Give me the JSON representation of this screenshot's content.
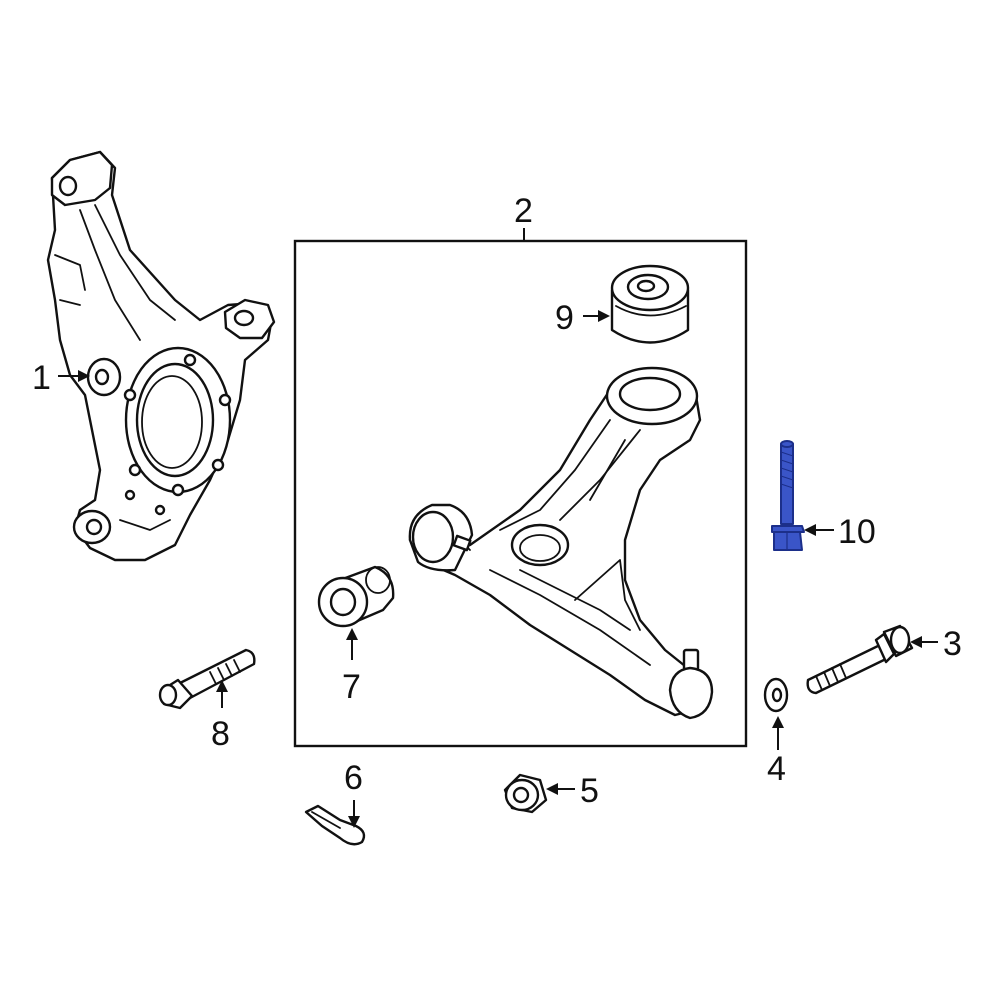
{
  "callouts": [
    {
      "id": "1",
      "label": "1"
    },
    {
      "id": "2",
      "label": "2"
    },
    {
      "id": "3",
      "label": "3"
    },
    {
      "id": "4",
      "label": "4"
    },
    {
      "id": "5",
      "label": "5"
    },
    {
      "id": "6",
      "label": "6"
    },
    {
      "id": "7",
      "label": "7"
    },
    {
      "id": "8",
      "label": "8"
    },
    {
      "id": "9",
      "label": "9"
    },
    {
      "id": "10",
      "label": "10"
    }
  ],
  "highlighted_part": "10",
  "colors": {
    "line": "#111111",
    "highlight_fill": "#3a55c8",
    "highlight_stroke": "#1c2f8a",
    "background": "#ffffff"
  }
}
